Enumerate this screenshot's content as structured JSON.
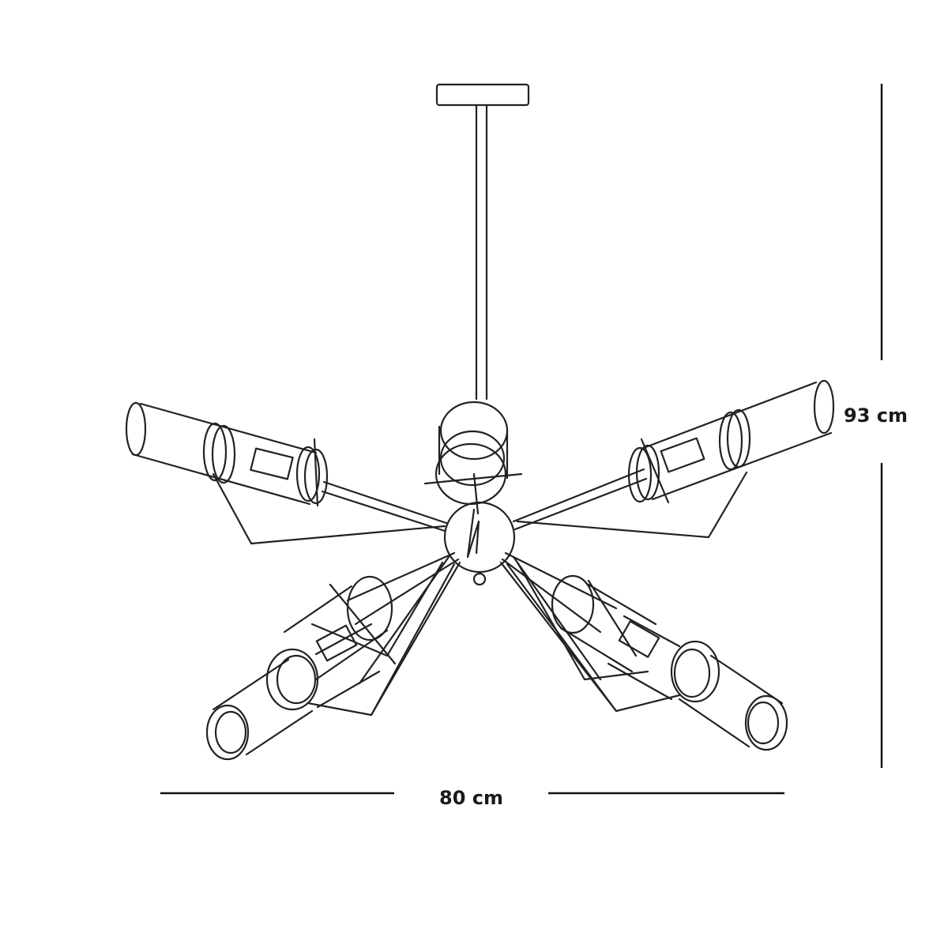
{
  "figure": {
    "subject": "chandelier-line-drawing",
    "line_color": "#222222",
    "background": "#ffffff"
  },
  "dimensions": {
    "height_label": "93 cm",
    "width_label": "80 cm"
  }
}
